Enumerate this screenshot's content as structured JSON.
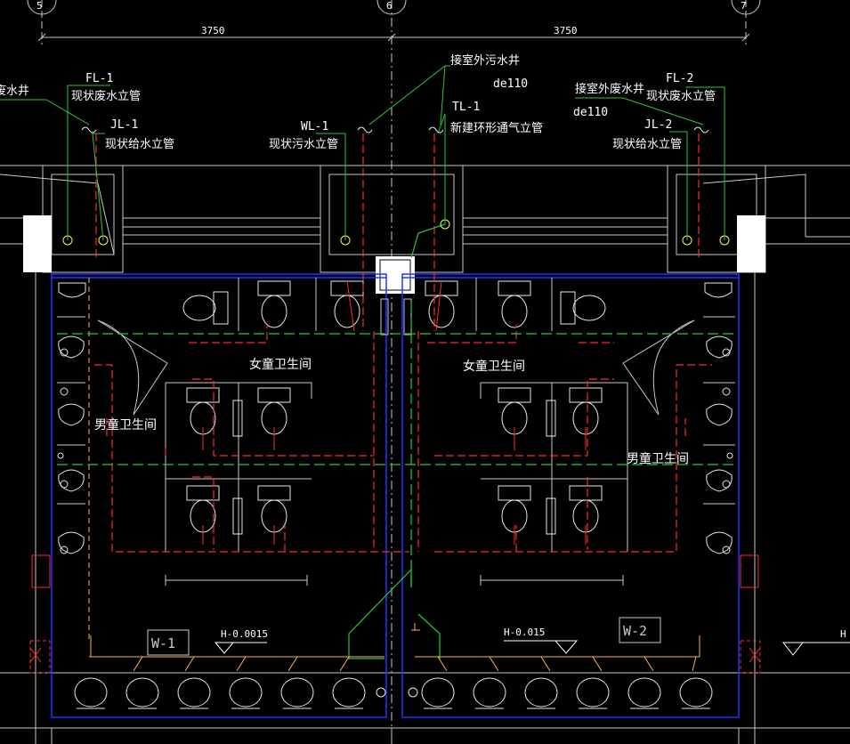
{
  "colors": {
    "background": "#000000",
    "wall": "#c8c8c8",
    "outline": "#d8d8d8",
    "boundary": "#2233ff",
    "drain": "#ff2a2a",
    "supply": "#22cc33",
    "leader": "#22cc33",
    "fixture": "#e8e8e8",
    "gutter": "#ffb347",
    "text": "#ffffff"
  },
  "grid": {
    "axis_left": "5",
    "axis_mid": "6",
    "axis_right": "7",
    "dim_left": "3750",
    "dim_right": "3750"
  },
  "notes": {
    "left_well_partial": "废水井",
    "fl1": "FL-1",
    "fl1_desc": "现状废水立管",
    "jl1": "JL-1",
    "jl1_desc": "现状给水立管",
    "mid_well": "接室外污水井",
    "mid_de": "de110",
    "wl1": "WL-1",
    "wl1_desc": "现状污水立管",
    "tl1": "TL-1",
    "tl1_desc": "新建环形通气立管",
    "right_well": "接室外废水井",
    "right_de": "de110",
    "fl2": "FL-2",
    "fl2_desc": "现状废水立管",
    "jl2": "JL-2",
    "jl2_desc": "现状给水立管"
  },
  "rooms": {
    "girls_left": "女童卫生间",
    "boys_left": "男童卫生间",
    "girls_right": "女童卫生间",
    "boys_right": "男童卫生间"
  },
  "levels": {
    "left": "H-0.0015",
    "right": "H-0.015",
    "edge": "H"
  },
  "tags": {
    "w1": "W-1",
    "w2": "W-2"
  }
}
